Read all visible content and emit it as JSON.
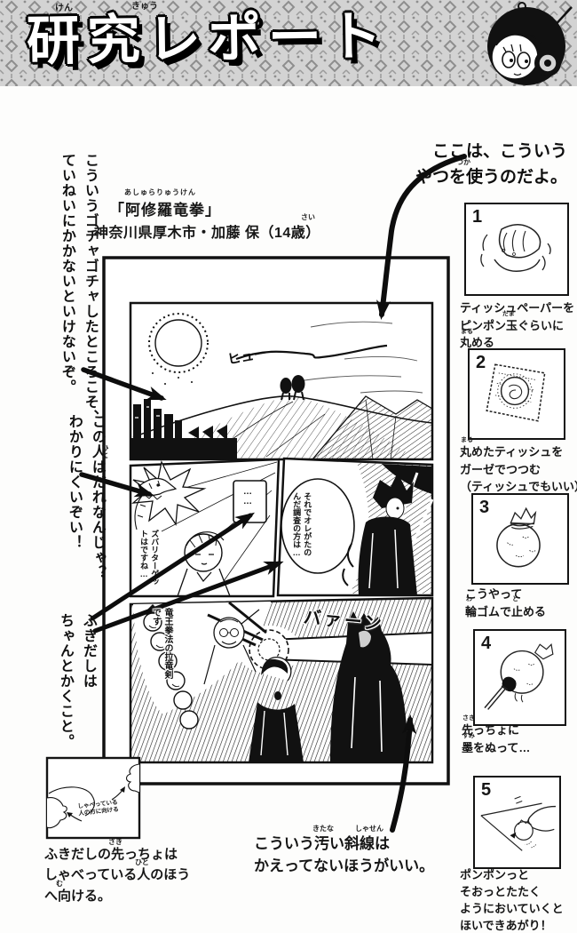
{
  "colors": {
    "ink": "#111111",
    "paper": "#ffffff",
    "pattern_bg": "#d3d3d3",
    "pattern_fg": "#8e8e8e"
  },
  "header": {
    "title": "研究レポート",
    "furigana_ken": "けん",
    "furigana_kyuu": "きゅう",
    "mascot_icon": "helmet-boy-mascot"
  },
  "submission": {
    "work_title": "「阿修羅竜拳」",
    "work_title_furigana": "あしゅらりゅうけん",
    "credit": "神奈川県厚木市・加藤 保（14歳）",
    "credit_age_furigana": "さい"
  },
  "annotations": {
    "tool_note": {
      "line1": "ここは、こういう",
      "line2": "やつを使うのだよ。",
      "furigana_tsuka": "つか"
    },
    "gochagocha": "こういうゴチャゴチャしたところこそ、ていねいにかかないといけないぞ。",
    "dare": "この人はだれなんじゃ？わかりにくいぞい！",
    "dare_furigana_hito": "ひと",
    "fukidashi": [
      "ふきだしは",
      "ちゃんとかくこと。"
    ],
    "shasen": {
      "line1": "こういう汚い斜線は",
      "line2": "かえってないほうがいい。",
      "furigana_kitana": "きたな",
      "furigana_shasen": "しゃせん"
    }
  },
  "steps": [
    {
      "num": "1",
      "icon": "hands-rolling-tissue",
      "caption": [
        "ティッシュペーパーを",
        "ピンポン玉ぐらいに",
        "丸める"
      ],
      "furigana_tama": "だま",
      "furigana_maru": "まる"
    },
    {
      "num": "2",
      "icon": "tissue-ball-on-gauze",
      "caption": [
        "丸めたティッシュを",
        "ガーゼでつつむ",
        "（ティッシュでもいい）"
      ],
      "furigana_maru": "まる"
    },
    {
      "num": "3",
      "icon": "pouch-tied-with-rubber-band",
      "caption": [
        "こうやって",
        "輪ゴムで止める"
      ],
      "furigana_wa": "わ",
      "furigana_to": "と"
    },
    {
      "num": "4",
      "icon": "inking-pouch-tip-with-brush",
      "caption": [
        "先っちょに",
        "墨をぬって…"
      ],
      "furigana_saki": "さき",
      "furigana_sumi": "すみ"
    },
    {
      "num": "5",
      "icon": "dabbing-pouch-on-paper",
      "caption": [
        "ポンポンっと",
        "そおっとたたく",
        "ようにおいていくと",
        "ほいできあがり！"
      ]
    }
  ],
  "fukidashi_diagram": {
    "note": [
      "しゃべっている",
      "人の方に向ける"
    ],
    "caption": [
      "ふきだしの先っちょは",
      "しゃべっている人のほう",
      "へ向ける。"
    ],
    "furigana_saki": "さき",
    "furigana_hito": "ひと",
    "furigana_mu": "む"
  },
  "manga": {
    "sfx_wind": "ヒュー",
    "sfx_bang": "バァーン",
    "bubble_dots": "……",
    "bubble_target": "ズバリターゲットはですね…",
    "bubble_survey": "それでオレがたのんだ調査の方は…",
    "bubble_ryuoken": "竜王拳法の拉竜剣です"
  }
}
